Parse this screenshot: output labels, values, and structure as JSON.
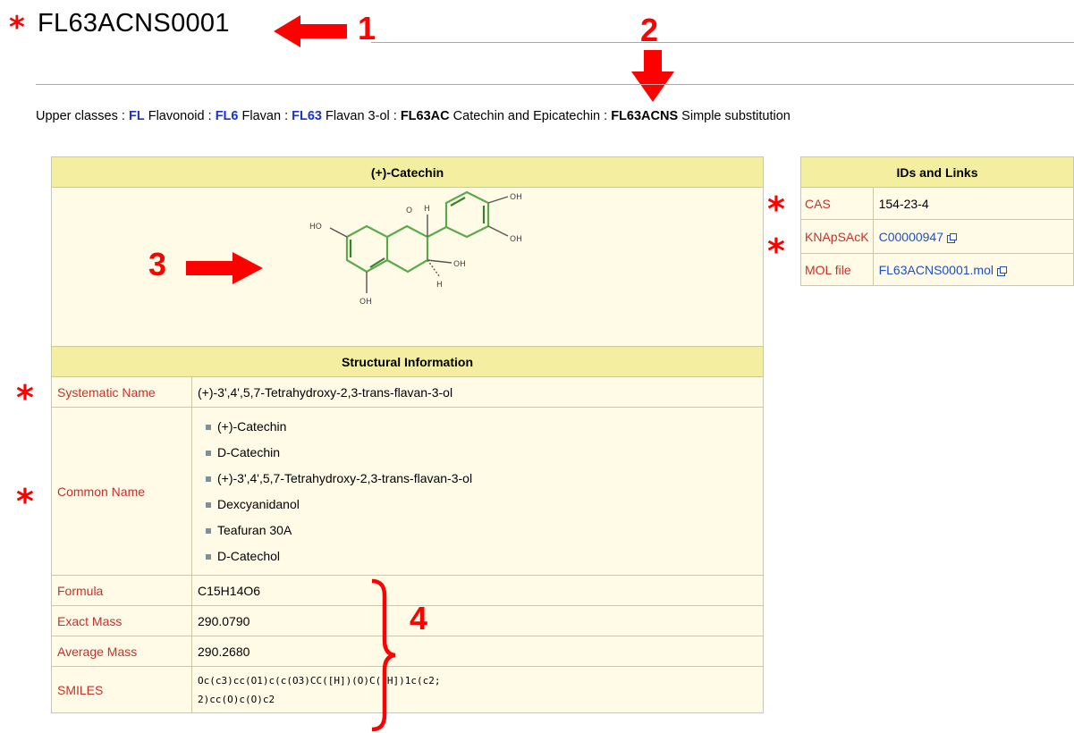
{
  "annotation": {
    "star": "*",
    "marker1": "1",
    "marker2": "2",
    "marker3": "3",
    "marker4": "4",
    "color": "#ff0000"
  },
  "header": {
    "title": "FL63ACNS0001"
  },
  "upper_classes": {
    "label": "Upper classes :",
    "items": [
      {
        "code": "FL",
        "name": "Flavonoid"
      },
      {
        "code": "FL6",
        "name": "Flavan"
      },
      {
        "code": "FL63",
        "name": "Flavan 3-ol"
      },
      {
        "code": "FL63AC",
        "name": "Catechin and Epicatechin"
      },
      {
        "code": "FL63ACNS",
        "name": "Simple substitution"
      }
    ],
    "separator": ":"
  },
  "main_table": {
    "compound_name": "(+)-Catechin",
    "structure_labels": {
      "oh": "OH",
      "ho": "HO",
      "h": "H"
    },
    "section_header": "Structural Information",
    "systematic_name": {
      "label": "Systematic Name",
      "value": "(+)-3',4',5,7-Tetrahydroxy-2,3-trans-flavan-3-ol"
    },
    "common_name": {
      "label": "Common Name",
      "values": [
        "(+)-Catechin",
        "D-Catechin",
        "(+)-3',4',5,7-Tetrahydroxy-2,3-trans-flavan-3-ol",
        "Dexcyanidanol",
        "Teafuran 30A",
        "D-Catechol"
      ]
    },
    "formula": {
      "label": "Formula",
      "value": "C15H14O6"
    },
    "exact_mass": {
      "label": "Exact Mass",
      "value": "290.0790"
    },
    "average_mass": {
      "label": "Average Mass",
      "value": "290.2680"
    },
    "smiles": {
      "label": "SMILES",
      "line1": "Oc(c3)cc(O1)c(c(O3)CC([H])(O)C([H])1c(c2;",
      "line2": "2)cc(O)c(O)c2"
    }
  },
  "ids_table": {
    "header": "IDs and Links",
    "cas": {
      "label": "CAS",
      "value": "154-23-4"
    },
    "knapsack": {
      "label": "KNApSAcK",
      "value": "C00000947"
    },
    "mol": {
      "label": "MOL file",
      "value": "FL63ACNS0001.mol"
    }
  }
}
